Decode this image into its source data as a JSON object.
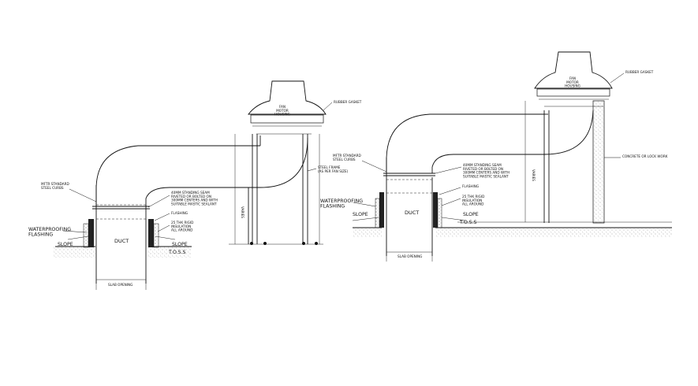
{
  "left_detail": {
    "labels": {
      "curb": "MFTR STANDARD\nSTEEL CURBS",
      "seam": "40MM STANDING SEAM\nRIVETED OR BOLTED ON\n300MM CENTERS AND WITH\nSUITABLE MASTIC SEALANT",
      "flashing": "FLASHING",
      "insulation": "25 THK RIGID\nINSULATION\nALL AROUND",
      "waterproofing": "WATERPROOFING\nFLASHING",
      "slope_left": "SLOPE",
      "slope_right": "SLOPE",
      "toss": "T.O.S.S",
      "duct": "DUCT",
      "slab_opening": "SLAB OPENING",
      "fan_housing": "FAN\nMOTOR\nHOUSING",
      "rubber_gasket": "RUBBER GASKET",
      "steel_frame": "STEEL FRAME\n(AS PER FAN SIZE)",
      "varies": "VARIES"
    }
  },
  "right_detail": {
    "labels": {
      "curb": "MFTR STANDARD\nSTEEL CURBS",
      "seam": "40MM STANDING SEAM\nRIVETED OR BOLTED ON\n300MM CENTERS AND WITH\nSUITABLE MASTIC SEALANT",
      "flashing": "FLASHING",
      "insulation": "25 THK RIGID\nINSULATION\nALL AROUND",
      "waterproofing": "WATERPROOFING\nFLASHING",
      "slope_left": "SLOPE",
      "slope_right": "SLOPE",
      "toss": "T.O.S.S",
      "duct": "DUCT",
      "slab_opening": "SLAB OPENING",
      "fan_housing": "FAN\nMOTOR\nHOUSING",
      "rubber_gasket": "RUBBER GASKET",
      "concrete": "CONCRETE OR LOCK WORK",
      "varies": "VARIES"
    }
  }
}
